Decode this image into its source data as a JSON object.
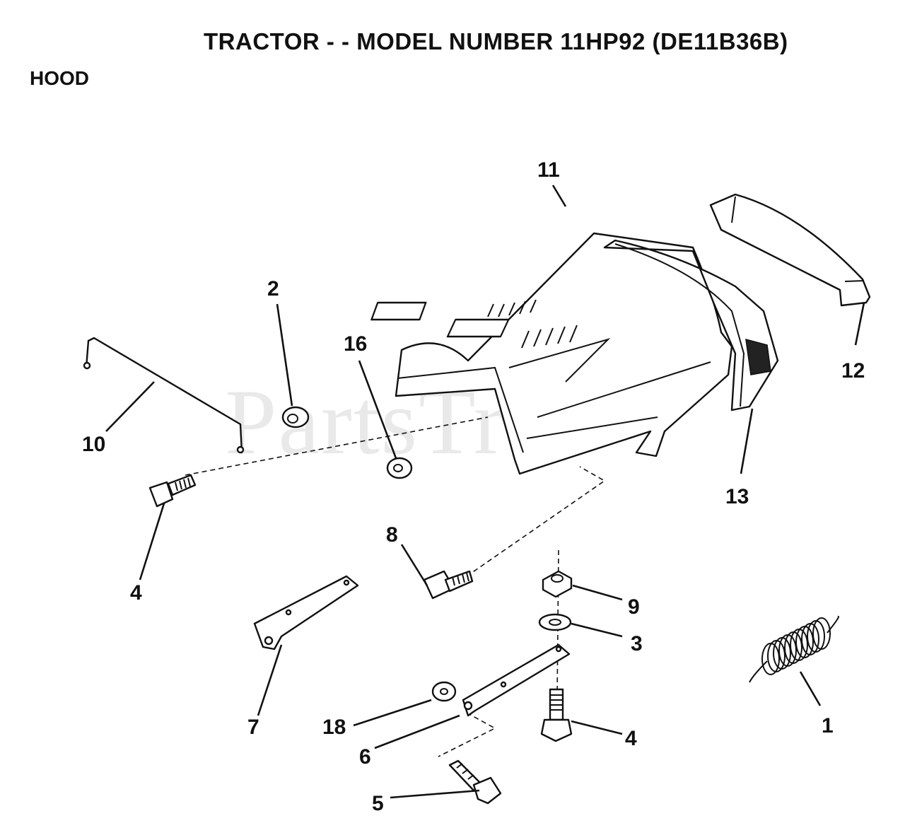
{
  "header": {
    "title": "TRACTOR - - MODEL NUMBER 11HP92 (DE11B36B)",
    "section": "HOOD"
  },
  "watermark": "PartsTree",
  "callouts": {
    "c1": "1",
    "c2": "2",
    "c3": "3",
    "c4a": "4",
    "c4b": "4",
    "c5": "5",
    "c6": "6",
    "c7": "7",
    "c8": "8",
    "c9": "9",
    "c10": "10",
    "c11": "11",
    "c12": "12",
    "c13": "13",
    "c16": "16",
    "c18": "18"
  },
  "parts": {
    "p1": "spring-icon",
    "p2": "nut-icon",
    "p3": "washer-icon",
    "p4": "bolt-icon",
    "p5": "shoulder-bolt-icon",
    "p6": "hood-bracket-icon",
    "p7": "support-bracket-icon",
    "p8": "hex-bolt-icon",
    "p9": "hex-nut-icon",
    "p10": "hood-rod-icon",
    "p11": "hood-icon",
    "p12": "grille-insert-icon",
    "p13": "grille-icon",
    "p16": "lock-nut-icon",
    "p18": "flat-washer-icon"
  }
}
